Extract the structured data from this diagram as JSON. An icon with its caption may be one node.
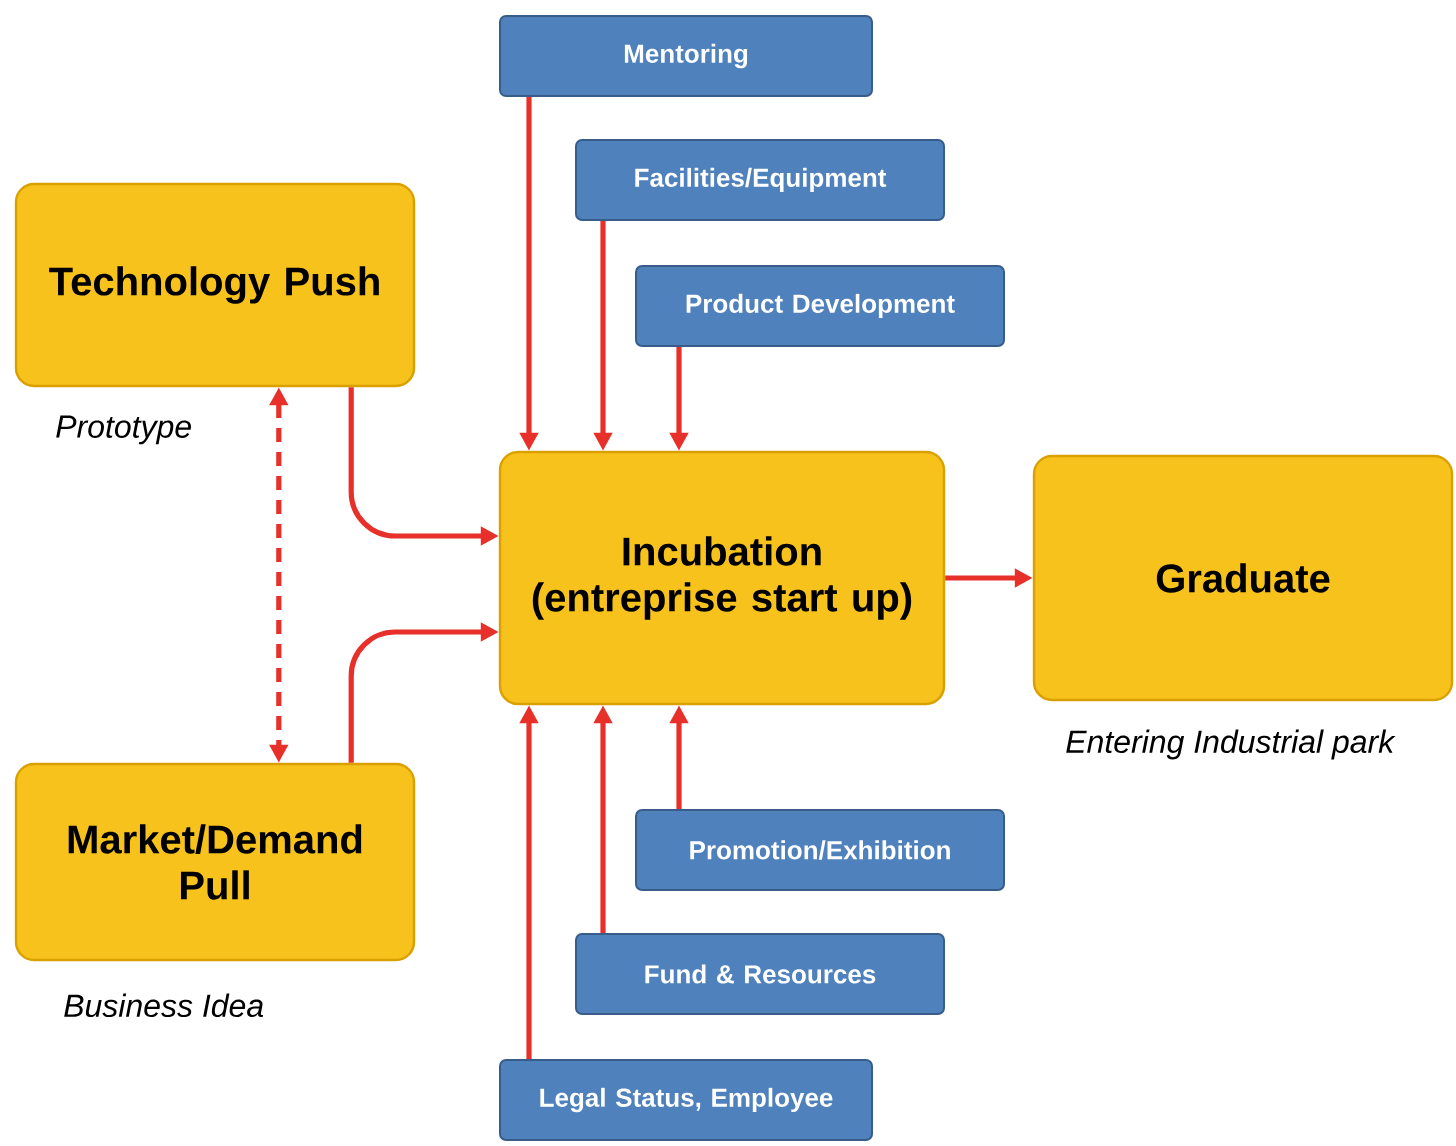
{
  "diagram": {
    "nodes": [
      {
        "text": [
          "Technology Push"
        ],
        "beside": [
          "Prototype"
        ]
      },
      {
        "text": [
          "Market/Demand Pull"
        ],
        "beside": [
          "Business Idea"
        ]
      },
      {
        "text": [
          "Incubation",
          "(entreprise start up)"
        ]
      },
      {
        "text": [
          "Graduate"
        ],
        "beside": [
          "Entering Industrial park"
        ]
      },
      {
        "text": [
          "Mentoring"
        ]
      },
      {
        "text": [
          "Facilities/Equipment"
        ]
      },
      {
        "text": [
          "Product Development"
        ]
      },
      {
        "text": [
          "Promotion/Exhibition"
        ]
      },
      {
        "text": [
          "Fund & Resources"
        ]
      },
      {
        "text": [
          "Legal Status, Employee"
        ]
      }
    ],
    "edges": [
      {
        "from": 0,
        "to": 2,
        "arrow": "to"
      },
      {
        "from": 1,
        "to": 2,
        "arrow": "to"
      },
      {
        "from": 0,
        "to": 1,
        "arrow": "both",
        "style": "dashed"
      },
      {
        "from": 2,
        "to": 3,
        "arrow": "to"
      },
      {
        "from": 4,
        "to": 2,
        "arrow": "to"
      },
      {
        "from": 5,
        "to": 2,
        "arrow": "to"
      },
      {
        "from": 6,
        "to": 2,
        "arrow": "to"
      },
      {
        "from": 7,
        "to": 2,
        "arrow": "to"
      },
      {
        "from": 8,
        "to": 2,
        "arrow": "to"
      },
      {
        "from": 9,
        "to": 2,
        "arrow": "to"
      }
    ]
  }
}
